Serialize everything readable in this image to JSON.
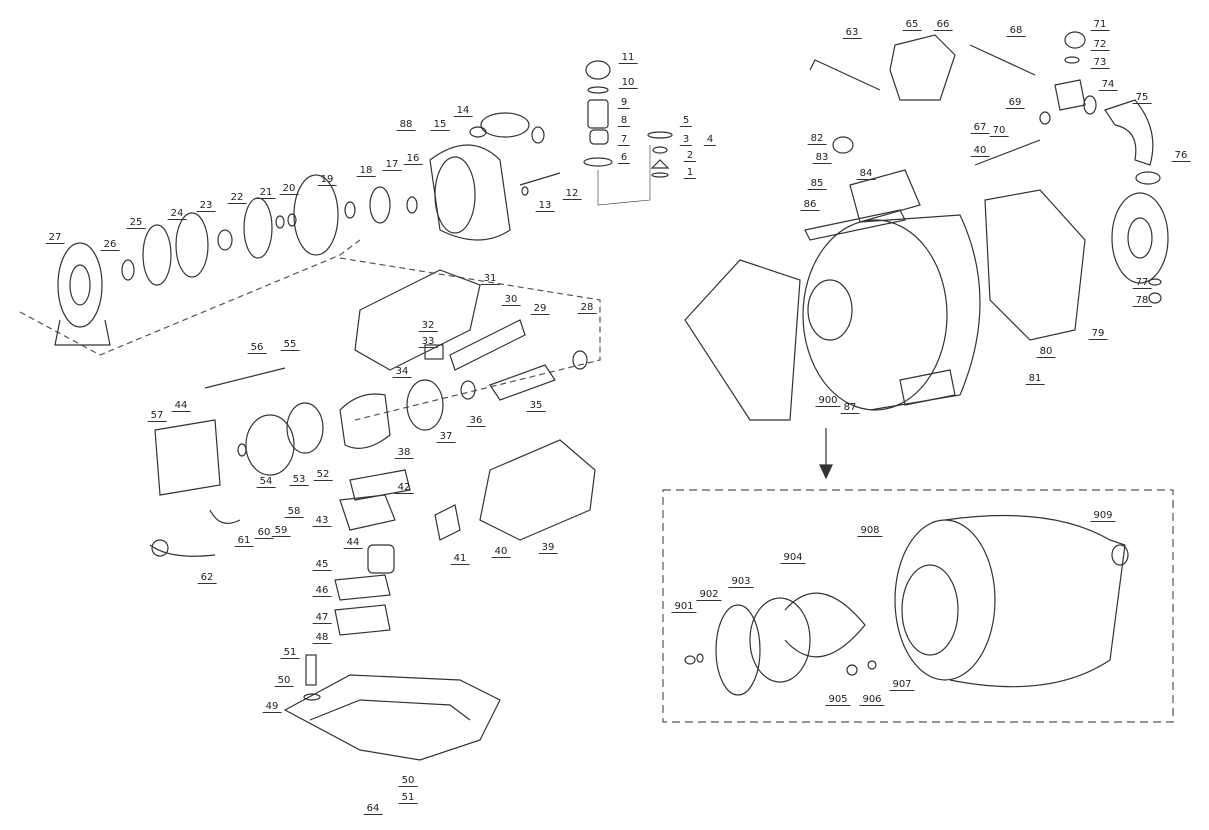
{
  "diagram": {
    "type": "exploded parts diagram",
    "labels": [
      "11",
      "10",
      "9",
      "8",
      "7",
      "6",
      "5",
      "3",
      "4",
      "2",
      "1",
      "12",
      "13",
      "14",
      "15",
      "88",
      "16",
      "17",
      "18",
      "19",
      "20",
      "21",
      "22",
      "23",
      "24",
      "25",
      "26",
      "27",
      "31",
      "30",
      "29",
      "28",
      "32",
      "33",
      "34",
      "56",
      "55",
      "44",
      "57",
      "36",
      "35",
      "37",
      "38",
      "52",
      "53",
      "54",
      "42",
      "58",
      "59",
      "60",
      "61",
      "43",
      "44",
      "41",
      "40",
      "39",
      "62",
      "45",
      "46",
      "47",
      "48",
      "51",
      "50",
      "49",
      "50",
      "51",
      "64",
      "63",
      "65",
      "66",
      "68",
      "71",
      "72",
      "73",
      "69",
      "74",
      "75",
      "70",
      "67",
      "82",
      "83",
      "40",
      "84",
      "85",
      "86",
      "76",
      "77",
      "78",
      "79",
      "80",
      "81",
      "900",
      "87",
      "908",
      "909",
      "904",
      "903",
      "902",
      "901",
      "905",
      "906",
      "907"
    ]
  }
}
